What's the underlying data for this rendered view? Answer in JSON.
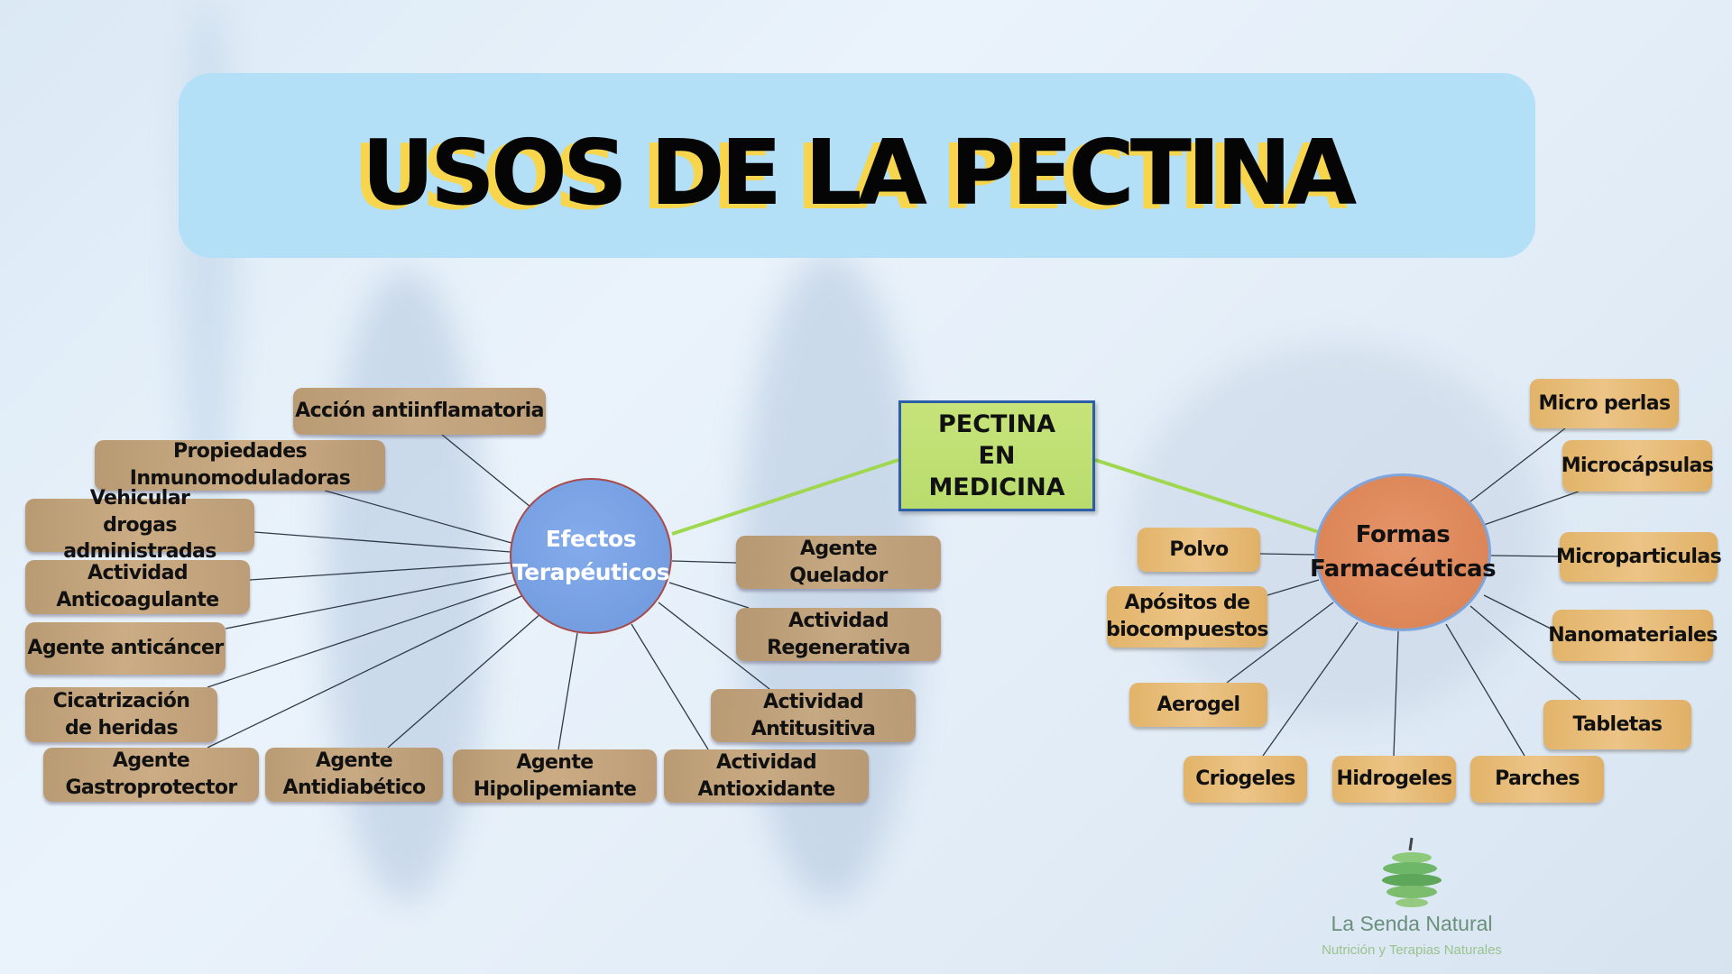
{
  "title": "USOS DE LA PECTINA",
  "center": {
    "lines": [
      "PECTINA",
      "EN",
      "MEDICINA"
    ]
  },
  "hubs": {
    "therapeutic": {
      "lines": [
        "Efectos",
        "Terapéuticos"
      ],
      "color": "#7aa3e5"
    },
    "pharmaceutical": {
      "lines": [
        "Formas",
        "Farmacéuticas"
      ],
      "color": "#e08a5c"
    }
  },
  "therapeutic_effects": [
    "Acción antiinflamatoria",
    "Propiedades Inmunomoduladoras",
    "Vehicular drogas administradas",
    "Actividad Anticoagulante",
    "Agente anticáncer",
    "Cicatrización de heridas",
    "Agente Gastroprotector",
    "Agente Antidiabético",
    "Agente Hipolipemiante",
    "Actividad Antioxidante",
    "Actividad Antitusitiva",
    "Actividad Regenerativa",
    "Agente Quelador"
  ],
  "pharmaceutical_forms": [
    "Micro perlas",
    "Microcápsulas",
    "Microparticulas",
    "Nanomateriales",
    "Tabletas",
    "Parches",
    "Hidrogeles",
    "Criogeles",
    "Aerogel",
    "Apósitos de biocompuestos",
    "Polvo"
  ],
  "logo": {
    "name": "La Senda Natural",
    "tagline": "Nutrición y Terapias Naturales"
  },
  "colors": {
    "banner": "#b3dff7",
    "title_shadow": "#f7d64e",
    "center_box": "#c0e074",
    "effect_box": "#c2a070",
    "form_box": "#e8bc78",
    "link_green": "#9fd84f"
  }
}
